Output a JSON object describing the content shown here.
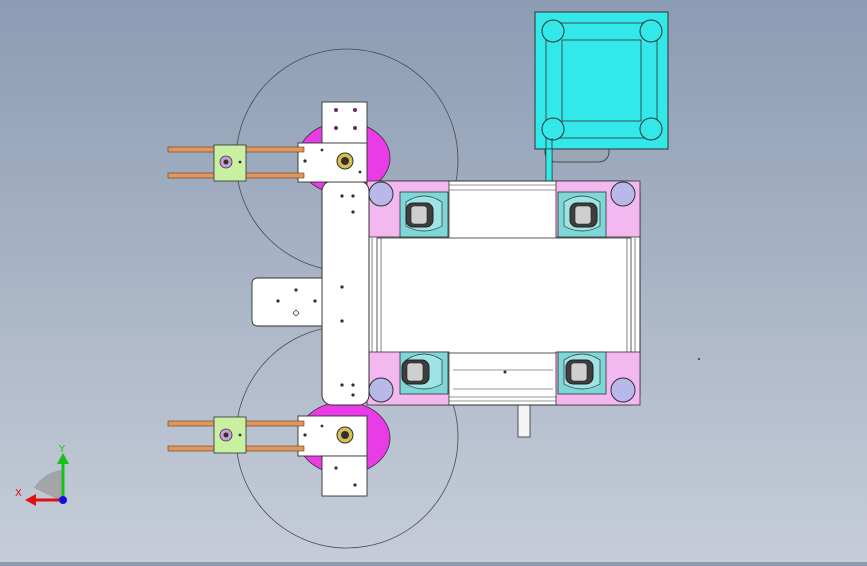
{
  "view": {
    "background_top": "#8c9cb4",
    "background_bottom": "#c6cdd8"
  },
  "triad": {
    "x_label": "X",
    "y_label": "Y",
    "x_color": "#e01010",
    "y_color": "#18c018",
    "z_color": "#1010e0"
  },
  "colors": {
    "frame_white": "#ffffff",
    "outline": "#303030",
    "corner_plate": "#f3b8f0",
    "caster_pad": "#7fd6d6",
    "corner_disc": "#b9b8ea",
    "wheel_magenta": "#e93ce6",
    "guide_block": "#c9f0a0",
    "rail_copper": "#e0965c",
    "motor_cyan": "#33e8e8",
    "hub_yellow": "#d8c050"
  },
  "parts": {
    "casters": [
      "front-left",
      "front-right",
      "rear-left",
      "rear-right"
    ],
    "wheel_assemblies": [
      "upper-wheel-assembly",
      "lower-wheel-assembly"
    ],
    "drive_motor": "motor-housing"
  }
}
